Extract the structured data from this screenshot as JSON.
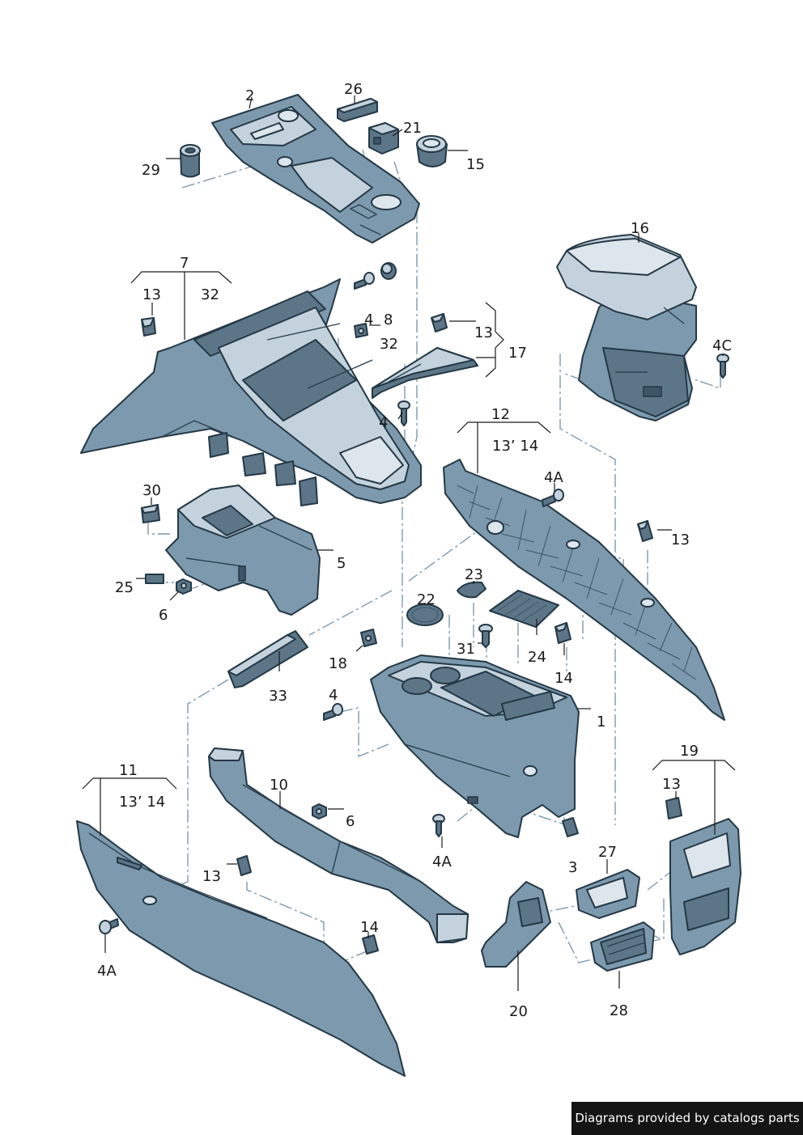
{
  "diagram": {
    "labels": {
      "p2": "2",
      "p26": "26",
      "p21": "21",
      "p15": "15",
      "p29": "29",
      "p16": "16",
      "p7": "7",
      "p13a": "13",
      "p32a": "32",
      "p4a": "4",
      "p8": "8",
      "p32b": "32",
      "p13b": "13",
      "p17": "17",
      "p4b": "4",
      "p4c": "4C",
      "p12": "12",
      "p1314a": "13’ 14",
      "p4aa": "4A",
      "p13c": "13",
      "p30": "30",
      "p5": "5",
      "p25": "25",
      "p6a": "6",
      "p23": "23",
      "p22": "22",
      "p31": "31",
      "p24": "24",
      "p14a": "14",
      "p18": "18",
      "p33": "33",
      "p4d": "4",
      "p1": "1",
      "p11": "11",
      "p1314b": "13’ 14",
      "p10": "10",
      "p6b": "6",
      "p19": "19",
      "p13d": "13",
      "p13e": "13",
      "p4ab": "4A",
      "p27": "27",
      "p3": "3",
      "p4ac": "4A",
      "p14b": "14",
      "p20": "20",
      "p28": "28"
    }
  },
  "footer": {
    "text": "Diagrams provided by catalogs parts"
  }
}
